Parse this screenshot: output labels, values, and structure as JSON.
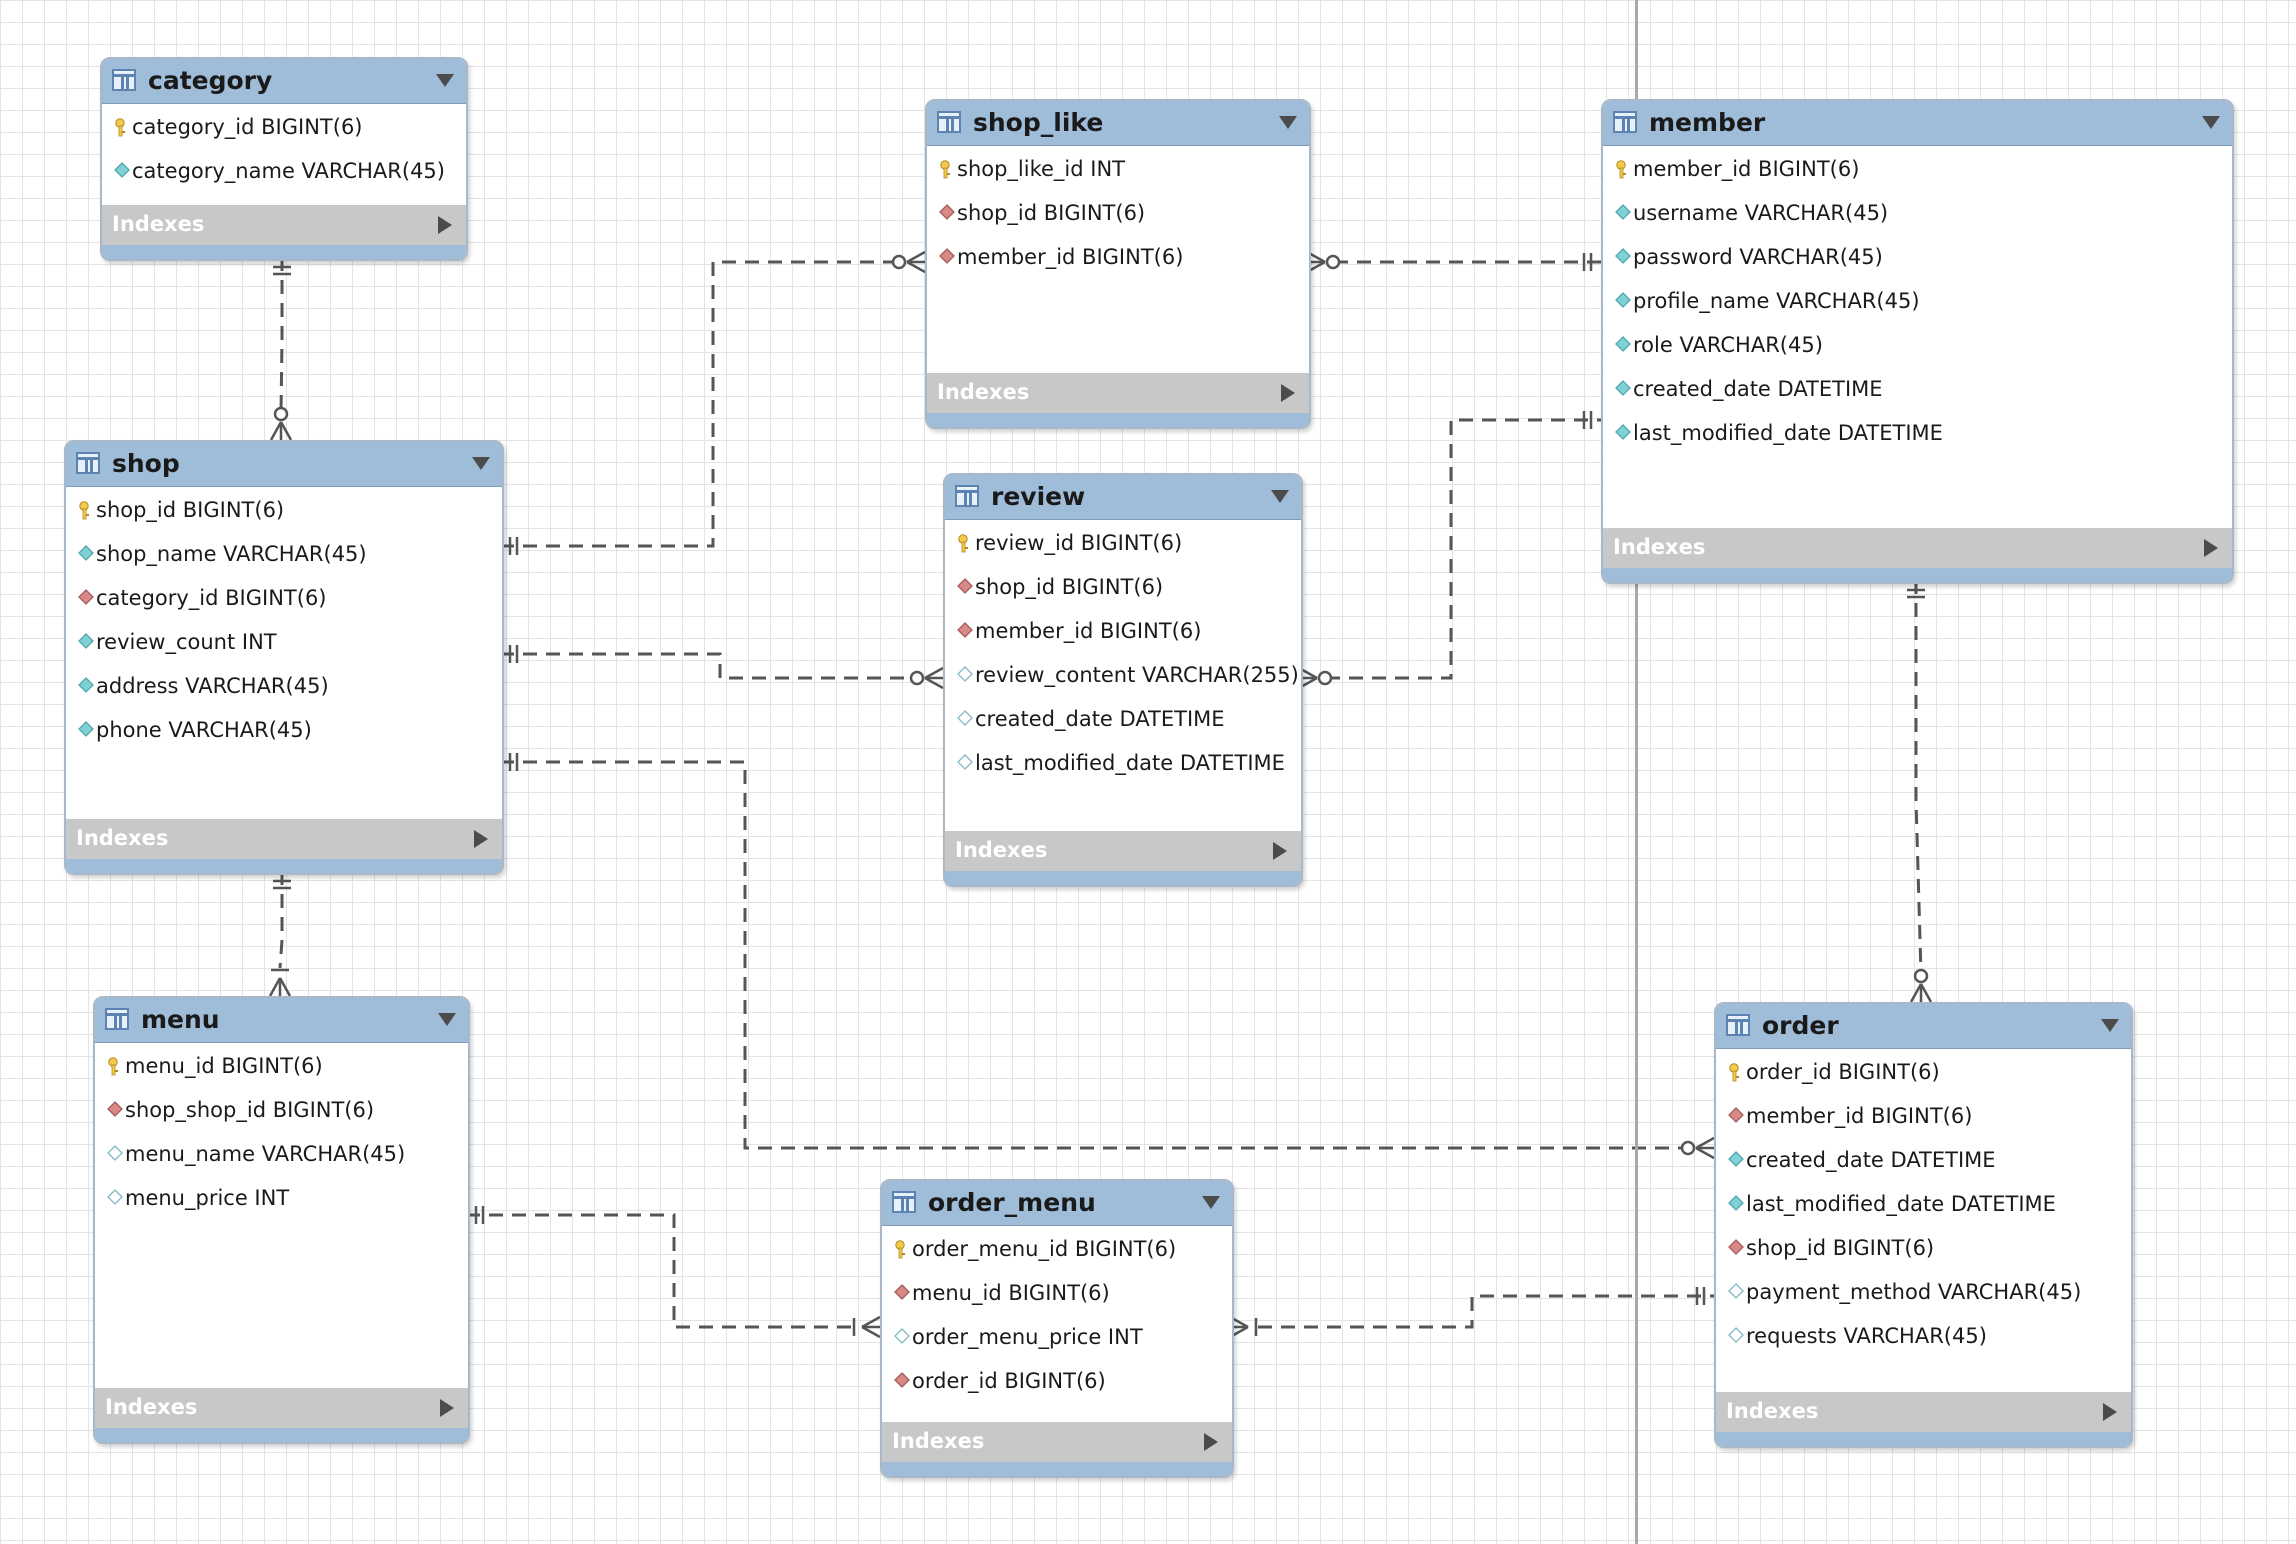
{
  "tables": {
    "category": {
      "name": "category",
      "columns": [
        {
          "text": "category_id BIGINT(6)",
          "kind": "primary-key"
        },
        {
          "text": "category_name VARCHAR(45)",
          "kind": "not-null"
        }
      ],
      "indexes_label": "Indexes"
    },
    "shop_like": {
      "name": "shop_like",
      "columns": [
        {
          "text": "shop_like_id INT",
          "kind": "primary-key"
        },
        {
          "text": "shop_id BIGINT(6)",
          "kind": "foreign-key"
        },
        {
          "text": "member_id BIGINT(6)",
          "kind": "foreign-key"
        }
      ],
      "indexes_label": "Indexes"
    },
    "member": {
      "name": "member",
      "columns": [
        {
          "text": "member_id BIGINT(6)",
          "kind": "primary-key"
        },
        {
          "text": "username VARCHAR(45)",
          "kind": "not-null"
        },
        {
          "text": "password VARCHAR(45)",
          "kind": "not-null"
        },
        {
          "text": "profile_name VARCHAR(45)",
          "kind": "not-null"
        },
        {
          "text": "role VARCHAR(45)",
          "kind": "not-null"
        },
        {
          "text": "created_date DATETIME",
          "kind": "not-null"
        },
        {
          "text": "last_modified_date DATETIME",
          "kind": "not-null"
        }
      ],
      "indexes_label": "Indexes"
    },
    "shop": {
      "name": "shop",
      "columns": [
        {
          "text": "shop_id BIGINT(6)",
          "kind": "primary-key"
        },
        {
          "text": "shop_name VARCHAR(45)",
          "kind": "not-null"
        },
        {
          "text": "category_id BIGINT(6)",
          "kind": "foreign-key"
        },
        {
          "text": "review_count INT",
          "kind": "not-null"
        },
        {
          "text": "address VARCHAR(45)",
          "kind": "not-null"
        },
        {
          "text": "phone VARCHAR(45)",
          "kind": "not-null"
        }
      ],
      "indexes_label": "Indexes"
    },
    "review": {
      "name": "review",
      "columns": [
        {
          "text": "review_id BIGINT(6)",
          "kind": "primary-key"
        },
        {
          "text": "shop_id BIGINT(6)",
          "kind": "foreign-key"
        },
        {
          "text": "member_id BIGINT(6)",
          "kind": "foreign-key"
        },
        {
          "text": "review_content VARCHAR(255)",
          "kind": "nullable"
        },
        {
          "text": "created_date DATETIME",
          "kind": "nullable"
        },
        {
          "text": "last_modified_date DATETIME",
          "kind": "nullable"
        }
      ],
      "indexes_label": "Indexes"
    },
    "menu": {
      "name": "menu",
      "columns": [
        {
          "text": "menu_id BIGINT(6)",
          "kind": "primary-key"
        },
        {
          "text": "shop_shop_id BIGINT(6)",
          "kind": "foreign-key"
        },
        {
          "text": "menu_name VARCHAR(45)",
          "kind": "nullable"
        },
        {
          "text": "menu_price INT",
          "kind": "nullable"
        }
      ],
      "indexes_label": "Indexes"
    },
    "order_menu": {
      "name": "order_menu",
      "columns": [
        {
          "text": "order_menu_id BIGINT(6)",
          "kind": "primary-key"
        },
        {
          "text": "menu_id BIGINT(6)",
          "kind": "foreign-key"
        },
        {
          "text": "order_menu_price INT",
          "kind": "nullable"
        },
        {
          "text": "order_id BIGINT(6)",
          "kind": "foreign-key"
        }
      ],
      "indexes_label": "Indexes"
    },
    "order": {
      "name": "order",
      "columns": [
        {
          "text": "order_id BIGINT(6)",
          "kind": "primary-key"
        },
        {
          "text": "member_id BIGINT(6)",
          "kind": "foreign-key"
        },
        {
          "text": "created_date DATETIME",
          "kind": "not-null"
        },
        {
          "text": "last_modified_date DATETIME",
          "kind": "not-null"
        },
        {
          "text": "shop_id BIGINT(6)",
          "kind": "foreign-key"
        },
        {
          "text": "payment_method VARCHAR(45)",
          "kind": "nullable"
        },
        {
          "text": "requests VARCHAR(45)",
          "kind": "nullable"
        }
      ],
      "indexes_label": "Indexes"
    }
  },
  "relationships": [
    {
      "from": "category",
      "to": "shop",
      "from_end": "exactly-one",
      "to_end": "zero-or-many"
    },
    {
      "from": "shop",
      "to": "shop_like",
      "from_end": "exactly-one",
      "to_end": "zero-or-many"
    },
    {
      "from": "member",
      "to": "shop_like",
      "from_end": "exactly-one",
      "to_end": "zero-or-many"
    },
    {
      "from": "shop",
      "to": "review",
      "from_end": "exactly-one",
      "to_end": "zero-or-many"
    },
    {
      "from": "member",
      "to": "review",
      "from_end": "exactly-one",
      "to_end": "zero-or-many"
    },
    {
      "from": "shop",
      "to": "menu",
      "from_end": "exactly-one",
      "to_end": "one-or-many"
    },
    {
      "from": "shop",
      "to": "order",
      "from_end": "exactly-one",
      "to_end": "zero-or-many"
    },
    {
      "from": "member",
      "to": "order",
      "from_end": "exactly-one",
      "to_end": "zero-or-many"
    },
    {
      "from": "menu",
      "to": "order_menu",
      "from_end": "exactly-one",
      "to_end": "one-or-many"
    },
    {
      "from": "order",
      "to": "order_menu",
      "from_end": "exactly-one",
      "to_end": "one-or-many"
    }
  ],
  "colors": {
    "header": "#9fbcd8",
    "primary_key": "#f2c94c",
    "foreign_key": "#d98888",
    "not_null": "#7fd1d6",
    "nullable": "#ffffff",
    "connector": "#555555"
  }
}
